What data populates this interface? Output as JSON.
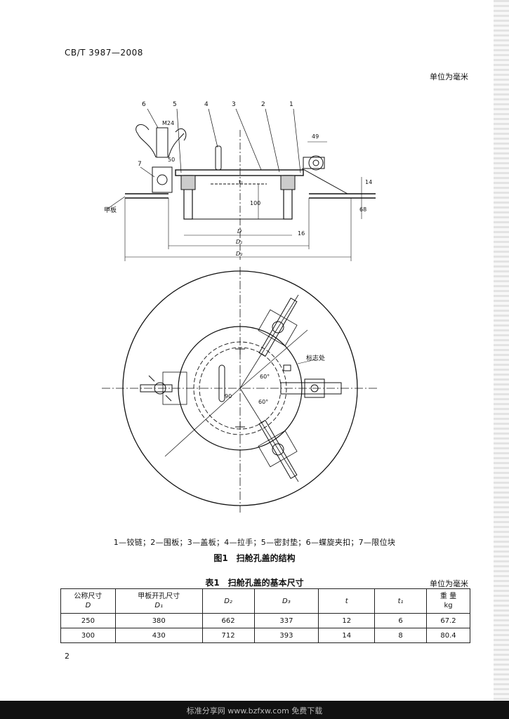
{
  "header": {
    "std_number": "CB/T 3987—2008",
    "unit": "单位为毫米"
  },
  "figure": {
    "dim_labels": {
      "m24": "M24",
      "d49": "49",
      "d14": "14",
      "d50": "50",
      "d100": "100",
      "d68": "68",
      "d16": "16",
      "D": "D",
      "D1": "D₁",
      "D2": "D₂",
      "t1": "t₁",
      "deck": "甲板",
      "angle1": "60°",
      "angle2": "60°",
      "d90": "90",
      "marking": "标志处"
    },
    "callouts": [
      "1",
      "2",
      "3",
      "4",
      "5",
      "6",
      "7"
    ],
    "legend": "1—铰链；2—围板；3—盖板；4—拉手；5—密封垫；6—蝶旋夹扣；7—限位块",
    "caption": "图1　扫舱孔盖的结构"
  },
  "table": {
    "title": "表1　扫舱孔盖的基本尺寸",
    "unit": "单位为毫米",
    "headers": [
      {
        "line1": "公称尺寸",
        "line2": "D"
      },
      {
        "line1": "甲板开孔尺寸",
        "line2": "D₁"
      },
      {
        "line1": "D₂",
        "line2": ""
      },
      {
        "line1": "D₃",
        "line2": ""
      },
      {
        "line1": "t",
        "line2": ""
      },
      {
        "line1": "t₁",
        "line2": ""
      },
      {
        "line1": "重 量",
        "line2": "kg"
      }
    ],
    "rows": [
      [
        "250",
        "380",
        "662",
        "337",
        "12",
        "6",
        "67.2"
      ],
      [
        "300",
        "430",
        "712",
        "393",
        "14",
        "8",
        "80.4"
      ]
    ]
  },
  "page_number": "2",
  "footer": "标准分享网 www.bzfxw.com 免费下载"
}
